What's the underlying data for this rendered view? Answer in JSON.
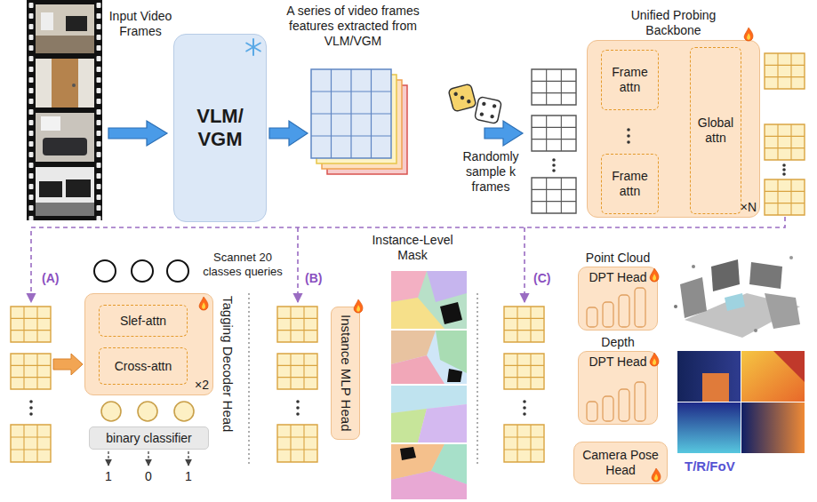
{
  "diagram": {
    "nodes": [
      {
        "text": [
          "VLM/ VGM"
        ]
      },
      {
        "text": [
          "Unified Probing Backbone",
          "×N"
        ]
      },
      {
        "text": [
          "Frame attn"
        ],
        "in": 1
      },
      {
        "text": [
          "Frame attn"
        ],
        "in": 1
      },
      {
        "text": [
          "Global attn"
        ],
        "in": 1
      },
      {
        "text": [
          "Tagging Decoder Head",
          "×2"
        ]
      },
      {
        "text": [
          "Slef-attn"
        ],
        "in": 5
      },
      {
        "text": [
          "Cross-attn"
        ],
        "in": 5
      },
      {
        "text": [
          "binary classifier"
        ]
      },
      {
        "text": [
          "Instance MLP Head"
        ]
      },
      {
        "text": [
          "Point Cloud",
          "DPT Head"
        ]
      },
      {
        "text": [
          "Depth",
          "DPT Head"
        ]
      },
      {
        "text": [
          "Camera Pose Head"
        ]
      }
    ],
    "labels": [
      "Input Video Frames",
      "A series of video frames features extracted from VLM/VGM",
      "Randomly sample k frames",
      "(A)",
      "Scannet 20 classes queries",
      "1",
      "0",
      "1",
      "(B)",
      "Instance-Level Mask",
      "(C)",
      "T/R/FoV"
    ]
  }
}
